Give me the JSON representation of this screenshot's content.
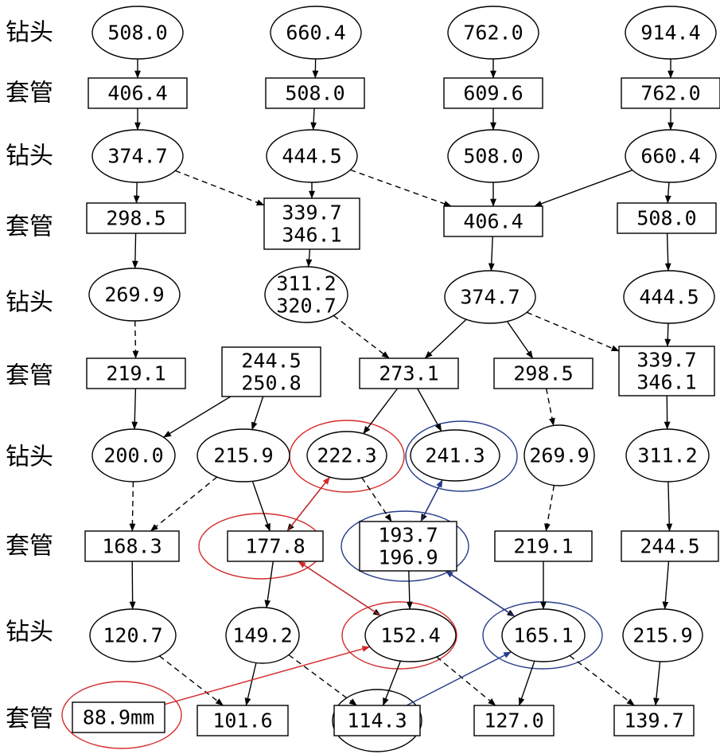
{
  "row_labels": [
    "钻头",
    "套管",
    "钻头",
    "套管",
    "钻头",
    "套管",
    "钻头",
    "套管",
    "钻头",
    "套管"
  ],
  "colors": {
    "default": "#000000",
    "red": "#d42a2a",
    "blue": "#283c8c"
  },
  "nodes": [
    {
      "id": "r0c0",
      "shape": "ellipse",
      "lines": [
        "508.0"
      ]
    },
    {
      "id": "r0c1",
      "shape": "ellipse",
      "lines": [
        "660.4"
      ]
    },
    {
      "id": "r0c2",
      "shape": "ellipse",
      "lines": [
        "762.0"
      ]
    },
    {
      "id": "r0c3",
      "shape": "ellipse",
      "lines": [
        "914.4"
      ]
    },
    {
      "id": "r1c0",
      "shape": "rect",
      "lines": [
        "406.4"
      ]
    },
    {
      "id": "r1c1",
      "shape": "rect",
      "lines": [
        "508.0"
      ]
    },
    {
      "id": "r1c2",
      "shape": "rect",
      "lines": [
        "609.6"
      ]
    },
    {
      "id": "r1c3",
      "shape": "rect",
      "lines": [
        "762.0"
      ]
    },
    {
      "id": "r2c0",
      "shape": "ellipse",
      "lines": [
        "374.7"
      ]
    },
    {
      "id": "r2c1",
      "shape": "ellipse",
      "lines": [
        "444.5"
      ]
    },
    {
      "id": "r2c2",
      "shape": "ellipse",
      "lines": [
        "508.0"
      ]
    },
    {
      "id": "r2c3",
      "shape": "ellipse",
      "lines": [
        "660.4"
      ]
    },
    {
      "id": "r3c0",
      "shape": "rect",
      "lines": [
        "298.5"
      ]
    },
    {
      "id": "r3c1",
      "shape": "rect",
      "lines": [
        "339.7",
        "346.1"
      ]
    },
    {
      "id": "r3c2",
      "shape": "rect",
      "lines": [
        "406.4"
      ]
    },
    {
      "id": "r3c3",
      "shape": "rect",
      "lines": [
        "508.0"
      ]
    },
    {
      "id": "r4c0",
      "shape": "ellipse",
      "lines": [
        "269.9"
      ]
    },
    {
      "id": "r4c1",
      "shape": "ellipse",
      "lines": [
        "311.2",
        "320.7"
      ]
    },
    {
      "id": "r4c2",
      "shape": "ellipse",
      "lines": [
        "374.7"
      ]
    },
    {
      "id": "r4c3",
      "shape": "ellipse",
      "lines": [
        "444.5"
      ]
    },
    {
      "id": "r5c0",
      "shape": "rect",
      "lines": [
        "219.1"
      ]
    },
    {
      "id": "r5c1",
      "shape": "rect",
      "lines": [
        "244.5",
        "250.8"
      ]
    },
    {
      "id": "r5c2",
      "shape": "rect",
      "lines": [
        "273.1"
      ]
    },
    {
      "id": "r5c3",
      "shape": "rect",
      "lines": [
        "298.5"
      ]
    },
    {
      "id": "r5c4",
      "shape": "rect",
      "lines": [
        "339.7",
        "346.1"
      ]
    },
    {
      "id": "r6c0",
      "shape": "ellipse",
      "lines": [
        "200.0"
      ]
    },
    {
      "id": "r6c1",
      "shape": "ellipse",
      "lines": [
        "215.9"
      ]
    },
    {
      "id": "r6c2",
      "shape": "ellipse",
      "lines": [
        "222.3"
      ],
      "halo": "red"
    },
    {
      "id": "r6c3",
      "shape": "ellipse",
      "lines": [
        "241.3"
      ],
      "halo": "blue"
    },
    {
      "id": "r6c4",
      "shape": "ellipse",
      "lines": [
        "269.9"
      ]
    },
    {
      "id": "r6c5",
      "shape": "ellipse",
      "lines": [
        "311.2"
      ]
    },
    {
      "id": "r7c0",
      "shape": "rect",
      "lines": [
        "168.3"
      ]
    },
    {
      "id": "r7c1",
      "shape": "rect",
      "lines": [
        "177.8"
      ],
      "halo": "red"
    },
    {
      "id": "r7c2",
      "shape": "rect",
      "lines": [
        "193.7",
        "196.9"
      ],
      "halo": "blue"
    },
    {
      "id": "r7c3",
      "shape": "rect",
      "lines": [
        "219.1"
      ]
    },
    {
      "id": "r7c4",
      "shape": "rect",
      "lines": [
        "244.5"
      ]
    },
    {
      "id": "r8c0",
      "shape": "ellipse",
      "lines": [
        "120.7"
      ]
    },
    {
      "id": "r8c1",
      "shape": "ellipse",
      "lines": [
        "149.2"
      ]
    },
    {
      "id": "r8c2",
      "shape": "ellipse",
      "lines": [
        "152.4"
      ],
      "halo": "red"
    },
    {
      "id": "r8c3",
      "shape": "ellipse",
      "lines": [
        "165.1"
      ],
      "halo": "blue"
    },
    {
      "id": "r8c4",
      "shape": "ellipse",
      "lines": [
        "215.9"
      ]
    },
    {
      "id": "r9c0",
      "shape": "rect",
      "lines": [
        "88.9mm"
      ],
      "halo": "red"
    },
    {
      "id": "r9c1",
      "shape": "rect",
      "lines": [
        "101.6"
      ]
    },
    {
      "id": "r9c2",
      "shape": "rect",
      "lines": [
        "114.3"
      ],
      "halo": "black"
    },
    {
      "id": "r9c3",
      "shape": "rect",
      "lines": [
        "127.0"
      ]
    },
    {
      "id": "r9c4",
      "shape": "rect",
      "lines": [
        "139.7"
      ]
    }
  ],
  "edges": [
    {
      "from": "r0c0",
      "to": "r1c0",
      "style": "solid"
    },
    {
      "from": "r0c1",
      "to": "r1c1",
      "style": "solid"
    },
    {
      "from": "r0c2",
      "to": "r1c2",
      "style": "solid"
    },
    {
      "from": "r0c3",
      "to": "r1c3",
      "style": "solid"
    },
    {
      "from": "r1c0",
      "to": "r2c0",
      "style": "solid"
    },
    {
      "from": "r1c1",
      "to": "r2c1",
      "style": "solid"
    },
    {
      "from": "r1c2",
      "to": "r2c2",
      "style": "solid"
    },
    {
      "from": "r1c3",
      "to": "r2c3",
      "style": "solid"
    },
    {
      "from": "r2c0",
      "to": "r3c0",
      "style": "solid"
    },
    {
      "from": "r2c0",
      "to": "r3c1",
      "style": "dashed"
    },
    {
      "from": "r2c1",
      "to": "r3c1",
      "style": "solid"
    },
    {
      "from": "r2c1",
      "to": "r3c2",
      "style": "dashed"
    },
    {
      "from": "r2c2",
      "to": "r3c2",
      "style": "solid"
    },
    {
      "from": "r2c3",
      "to": "r3c2",
      "style": "solid"
    },
    {
      "from": "r2c3",
      "to": "r3c3",
      "style": "solid"
    },
    {
      "from": "r3c0",
      "to": "r4c0",
      "style": "solid"
    },
    {
      "from": "r3c1",
      "to": "r4c1",
      "style": "solid"
    },
    {
      "from": "r3c2",
      "to": "r4c2",
      "style": "solid"
    },
    {
      "from": "r3c3",
      "to": "r4c3",
      "style": "solid"
    },
    {
      "from": "r4c0",
      "to": "r5c0",
      "style": "dashed"
    },
    {
      "from": "r4c1",
      "to": "r5c2",
      "style": "dashed"
    },
    {
      "from": "r4c2",
      "to": "r5c2",
      "style": "solid"
    },
    {
      "from": "r4c2",
      "to": "r5c3",
      "style": "solid"
    },
    {
      "from": "r4c2",
      "to": "r5c4",
      "style": "dashed"
    },
    {
      "from": "r4c3",
      "to": "r5c4",
      "style": "solid"
    },
    {
      "from": "r5c0",
      "to": "r6c0",
      "style": "solid"
    },
    {
      "from": "r5c1",
      "to": "r6c0",
      "style": "solid"
    },
    {
      "from": "r5c1",
      "to": "r6c1",
      "style": "solid"
    },
    {
      "from": "r5c2",
      "to": "r6c2",
      "style": "solid"
    },
    {
      "from": "r5c2",
      "to": "r6c3",
      "style": "solid"
    },
    {
      "from": "r5c3",
      "to": "r6c4",
      "style": "dashed"
    },
    {
      "from": "r5c4",
      "to": "r6c5",
      "style": "solid"
    },
    {
      "from": "r6c0",
      "to": "r7c0",
      "style": "dashed"
    },
    {
      "from": "r6c1",
      "to": "r7c0",
      "style": "dashed"
    },
    {
      "from": "r6c1",
      "to": "r7c1",
      "style": "solid"
    },
    {
      "from": "r6c2",
      "to": "r7c1",
      "style": "solid"
    },
    {
      "from": "r6c2",
      "to": "r7c2",
      "style": "dashed"
    },
    {
      "from": "r6c3",
      "to": "r7c2",
      "style": "solid"
    },
    {
      "from": "r6c4",
      "to": "r7c3",
      "style": "dashed"
    },
    {
      "from": "r6c5",
      "to": "r7c4",
      "style": "solid"
    },
    {
      "from": "r7c0",
      "to": "r8c0",
      "style": "solid"
    },
    {
      "from": "r7c1",
      "to": "r8c1",
      "style": "solid"
    },
    {
      "from": "r7c1",
      "to": "r8c2",
      "style": "solid"
    },
    {
      "from": "r7c2",
      "to": "r8c2",
      "style": "solid"
    },
    {
      "from": "r7c2",
      "to": "r8c3",
      "style": "solid"
    },
    {
      "from": "r7c3",
      "to": "r8c3",
      "style": "solid"
    },
    {
      "from": "r7c4",
      "to": "r8c4",
      "style": "solid"
    },
    {
      "from": "r8c0",
      "to": "r9c1",
      "style": "dashed"
    },
    {
      "from": "r8c1",
      "to": "r9c1",
      "style": "solid"
    },
    {
      "from": "r8c1",
      "to": "r9c2",
      "style": "dashed"
    },
    {
      "from": "r8c2",
      "to": "r9c2",
      "style": "solid"
    },
    {
      "from": "r8c2",
      "to": "r9c3",
      "style": "dashed"
    },
    {
      "from": "r8c3",
      "to": "r9c3",
      "style": "solid"
    },
    {
      "from": "r8c3",
      "to": "r9c4",
      "style": "dashed"
    },
    {
      "from": "r8c4",
      "to": "r9c4",
      "style": "solid"
    },
    {
      "from": "r9c0",
      "to": "r8c2",
      "style": "solid",
      "color": "red"
    },
    {
      "from": "r8c2",
      "to": "r7c1",
      "style": "solid",
      "color": "red"
    },
    {
      "from": "r7c1",
      "to": "r6c2",
      "style": "solid",
      "color": "red"
    },
    {
      "from": "r9c2",
      "to": "r8c3",
      "style": "solid",
      "color": "blue"
    },
    {
      "from": "r8c3",
      "to": "r7c2",
      "style": "solid",
      "color": "blue"
    },
    {
      "from": "r7c2",
      "to": "r6c3",
      "style": "solid",
      "color": "blue"
    }
  ]
}
